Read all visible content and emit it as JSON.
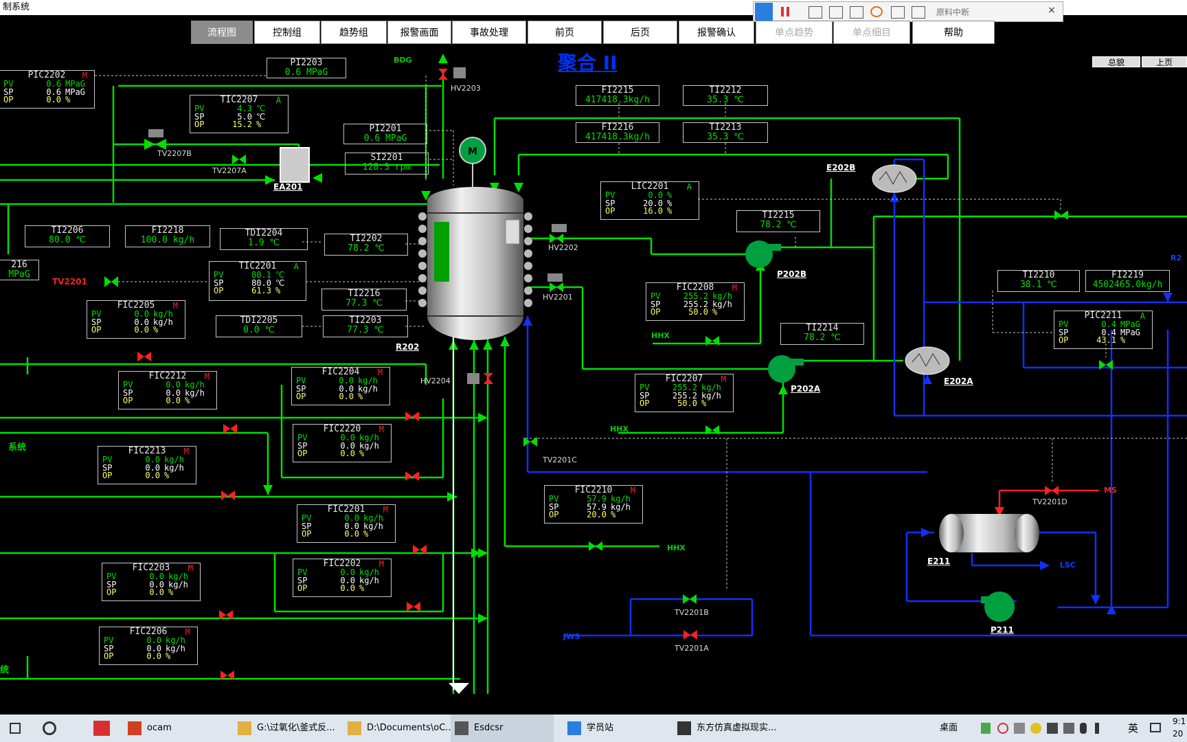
{
  "window": {
    "title": "制系统"
  },
  "nav": {
    "buttons": [
      {
        "label": "流程图"
      },
      {
        "label": "控制组"
      },
      {
        "label": "趋势组"
      },
      {
        "label": "报警画面"
      },
      {
        "label": "事故处理"
      },
      {
        "label": "前页"
      },
      {
        "label": "后页"
      },
      {
        "label": "报警确认"
      },
      {
        "label": "单点趋势"
      },
      {
        "label": "单点细目"
      },
      {
        "label": "帮助"
      }
    ],
    "active": "流程图"
  },
  "ocam": {
    "input_placeholder": "原料中断",
    "close_label": "×"
  },
  "top_right": {
    "overview": "总貌",
    "prev": "上页"
  },
  "page_title": "聚合 II",
  "labels": {
    "bdg": "BDG",
    "hhx1": "HHX",
    "hhx2": "HHX",
    "hhx3": "HHX",
    "jws": "JWS",
    "ms": "MS",
    "lsc": "LSC",
    "left_system": "系统",
    "left_bottom": "统",
    "left_216": "216",
    "left_216_val": "MPaG",
    "r202": "R202",
    "ea201": "EA201",
    "e202b": "E202B",
    "e202a": "E202A",
    "p202b": "P202B",
    "p202a": "P202A",
    "e211": "E211",
    "p211": "P211",
    "hv2203": "HV2203",
    "hv2202": "HV2202",
    "hv2201": "HV2201",
    "hv2204": "HV2204",
    "tv2207b": "TV2207B",
    "tv2207a": "TV2207A",
    "tv2201": "TV2201",
    "tv2201c": "TV2201C",
    "tv2201b": "TV2201B",
    "tv2201a": "TV2201A",
    "tv2201d": "TV2201D",
    "right_edge": "R2"
  },
  "indicators": {
    "PI2203": {
      "tag": "PI2203",
      "value": "0.6 MPaG"
    },
    "PI2201": {
      "tag": "PI2201",
      "value": "0.6 MPaG"
    },
    "SI2201": {
      "tag": "SI2201",
      "value": "128.3 rpm"
    },
    "FI2215": {
      "tag": "FI2215",
      "value": "417418.3kg/h"
    },
    "FI2216": {
      "tag": "FI2216",
      "value": "417418.3kg/h"
    },
    "TI2212": {
      "tag": "TI2212",
      "value": "35.3 ℃"
    },
    "TI2213": {
      "tag": "TI2213",
      "value": "35.3 ℃"
    },
    "TI2206": {
      "tag": "TI2206",
      "value": "80.0 ℃"
    },
    "FI2218": {
      "tag": "FI2218",
      "value": "100.0 kg/h"
    },
    "TDI2204": {
      "tag": "TDI2204",
      "value": "1.9 ℃"
    },
    "TI2202": {
      "tag": "TI2202",
      "value": "78.2 ℃"
    },
    "TI2216": {
      "tag": "TI2216",
      "value": "77.3 ℃"
    },
    "TDI2205": {
      "tag": "TDI2205",
      "value": "0.0 ℃"
    },
    "TI2203": {
      "tag": "TI2203",
      "value": "77.3 ℃"
    },
    "TI2215": {
      "tag": "TI2215",
      "value": "78.2 ℃"
    },
    "TI2214": {
      "tag": "TI2214",
      "value": "78.2 ℃"
    },
    "TI2210": {
      "tag": "TI2210",
      "value": "38.1 ℃"
    },
    "FI2219": {
      "tag": "FI2219",
      "value": "4502465.0kg/h"
    }
  },
  "controllers": {
    "PIC2202": {
      "tag": "PIC2202",
      "mode": "M",
      "pv": "0.6",
      "sp": "0.6",
      "op": "0.0",
      "unit": "MPaG"
    },
    "TIC2207": {
      "tag": "TIC2207",
      "mode": "A",
      "pv": "4.3",
      "sp": "5.0",
      "op": "15.2",
      "unit": "℃"
    },
    "LIC2201": {
      "tag": "LIC2201",
      "mode": "A",
      "pv": "0.0",
      "sp": "20.0",
      "op": "16.0",
      "unit": "%"
    },
    "TIC2201": {
      "tag": "TIC2201",
      "mode": "A",
      "pv": "80.1",
      "sp": "80.0",
      "op": "61.3",
      "unit": "℃"
    },
    "FIC2205": {
      "tag": "FIC2205",
      "mode": "M",
      "pv": "0.0",
      "sp": "0.0",
      "op": "0.0",
      "unit": "kg/h"
    },
    "FIC2208": {
      "tag": "FIC2208",
      "mode": "M",
      "pv": "255.2",
      "sp": "255.2",
      "op": "50.0",
      "unit": "kg/h"
    },
    "FIC2212": {
      "tag": "FIC2212",
      "mode": "M",
      "pv": "0.0",
      "sp": "0.0",
      "op": "0.0",
      "unit": "kg/h"
    },
    "FIC2204": {
      "tag": "FIC2204",
      "mode": "M",
      "pv": "0.0",
      "sp": "0.0",
      "op": "0.0",
      "unit": "kg/h"
    },
    "FIC2207": {
      "tag": "FIC2207",
      "mode": "M",
      "pv": "255.2",
      "sp": "255.2",
      "op": "50.0",
      "unit": "kg/h"
    },
    "PIC2211": {
      "tag": "PIC2211",
      "mode": "A",
      "pv": "0.4",
      "sp": "0.4",
      "op": "43.1",
      "unit": "MPaG"
    },
    "FIC2220": {
      "tag": "FIC2220",
      "mode": "M",
      "pv": "0.0",
      "sp": "0.0",
      "op": "0.0",
      "unit": "kg/h"
    },
    "FIC2213": {
      "tag": "FIC2213",
      "mode": "M",
      "pv": "0.0",
      "sp": "0.0",
      "op": "0.0",
      "unit": "kg/h"
    },
    "FIC2210": {
      "tag": "FIC2210",
      "mode": "M",
      "pv": "57.9",
      "sp": "57.9",
      "op": "20.0",
      "unit": "kg/h"
    },
    "FIC2201": {
      "tag": "FIC2201",
      "mode": "M",
      "pv": "0.0",
      "sp": "0.0",
      "op": "0.0",
      "unit": "kg/h"
    },
    "FIC2203": {
      "tag": "FIC2203",
      "mode": "M",
      "pv": "0.0",
      "sp": "0.0",
      "op": "0.0",
      "unit": "kg/h"
    },
    "FIC2202": {
      "tag": "FIC2202",
      "mode": "M",
      "pv": "0.0",
      "sp": "0.0",
      "op": "0.0",
      "unit": "kg/h"
    },
    "FIC2206": {
      "tag": "FIC2206",
      "mode": "M",
      "pv": "0.0",
      "sp": "0.0",
      "op": "0.0",
      "unit": "kg/h"
    }
  },
  "field_labels": {
    "pv": "PV",
    "sp": "SP",
    "op": "OP",
    "op_unit": "%"
  },
  "taskbar": {
    "items": [
      {
        "label": "ocam"
      },
      {
        "label": "G:\\过氧化\\釜式反..."
      },
      {
        "label": "D:\\Documents\\oC..."
      },
      {
        "label": "Esdcsr"
      },
      {
        "label": "学员站"
      },
      {
        "label": "东方仿真虚拟现实..."
      }
    ],
    "desktop": "桌面",
    "ime": "英",
    "time": "9:1",
    "date": "20"
  },
  "colors": {
    "pipe_green": "#00e000",
    "pipe_blue": "#1030ff",
    "valve_red": "#ff2020",
    "title_blue": "#0030ff"
  }
}
